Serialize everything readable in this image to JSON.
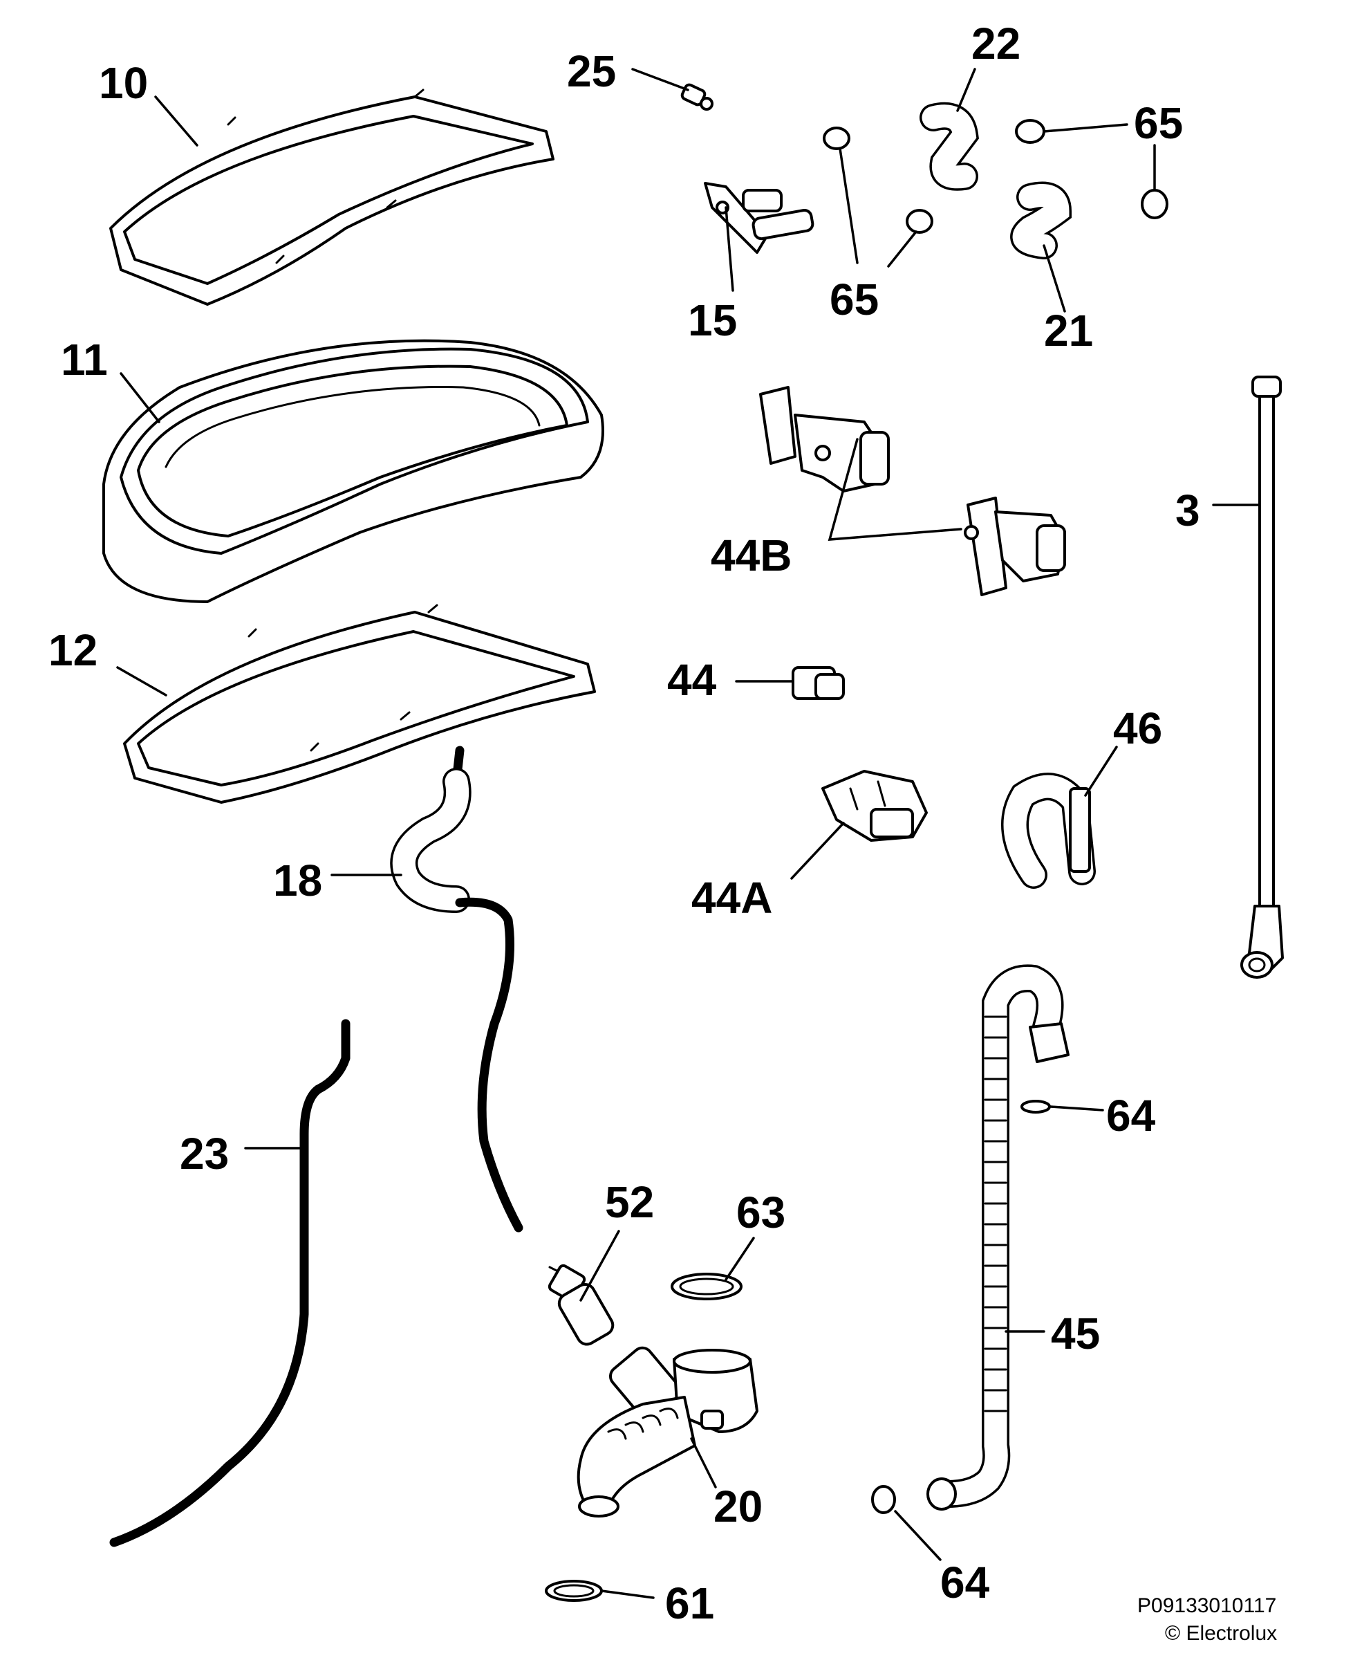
{
  "callouts": {
    "c10": "10",
    "c11": "11",
    "c12": "12",
    "c25": "25",
    "c15": "15",
    "c65a": "65",
    "c65b": "65",
    "c22": "22",
    "c21": "21",
    "c3": "3",
    "c44B": "44B",
    "c44": "44",
    "c46": "46",
    "c44A": "44A",
    "c18": "18",
    "c23": "23",
    "c52": "52",
    "c63": "63",
    "c64a": "64",
    "c45": "45",
    "c20": "20",
    "c64b": "64",
    "c61": "61"
  },
  "footer": {
    "code": "P09133010117",
    "copyright": "© Electrolux"
  }
}
